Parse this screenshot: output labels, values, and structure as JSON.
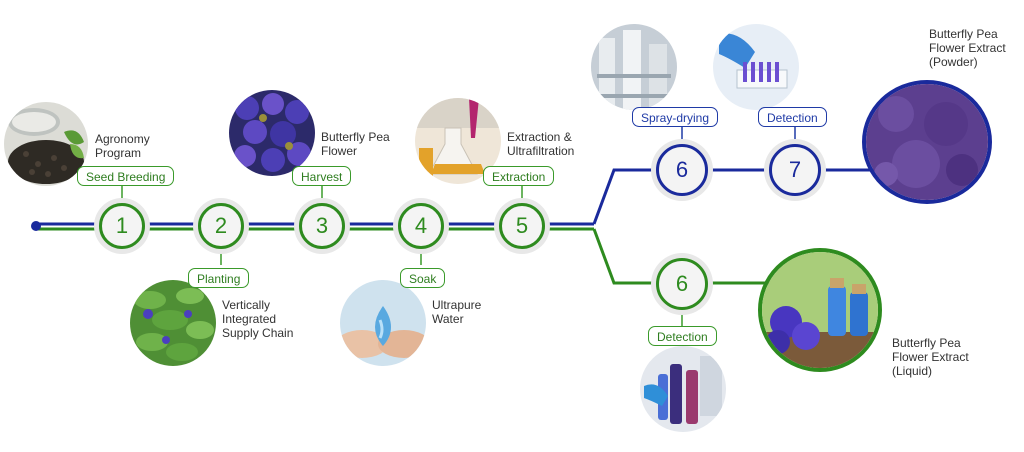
{
  "steps": [
    {
      "number": "1",
      "tag": "Seed Breeding",
      "caption": "Agronomy\nProgram"
    },
    {
      "number": "2",
      "tag": "Planting",
      "caption": "Vertically\nIntegrated\nSupply Chain"
    },
    {
      "number": "3",
      "tag": "Harvest",
      "caption": "Butterfly Pea\nFlower"
    },
    {
      "number": "4",
      "tag": "Soak",
      "caption": "Ultrapure\nWater"
    },
    {
      "number": "5",
      "tag": "Extraction",
      "caption": "Extraction &\nUltrafiltration"
    }
  ],
  "powder_branch": {
    "steps": [
      {
        "number": "6",
        "tag": "Spray-drying"
      },
      {
        "number": "7",
        "tag": "Detection"
      }
    ],
    "product": "Butterfly Pea\nFlower Extract\n(Powder)"
  },
  "liquid_branch": {
    "steps": [
      {
        "number": "6",
        "tag": "Detection"
      }
    ],
    "product": "Butterfly Pea\nFlower Extract\n(Liquid)"
  },
  "colors": {
    "blue": "#1a2a9c",
    "green": "#2e8b1f",
    "purple": "#5b3fa0"
  }
}
